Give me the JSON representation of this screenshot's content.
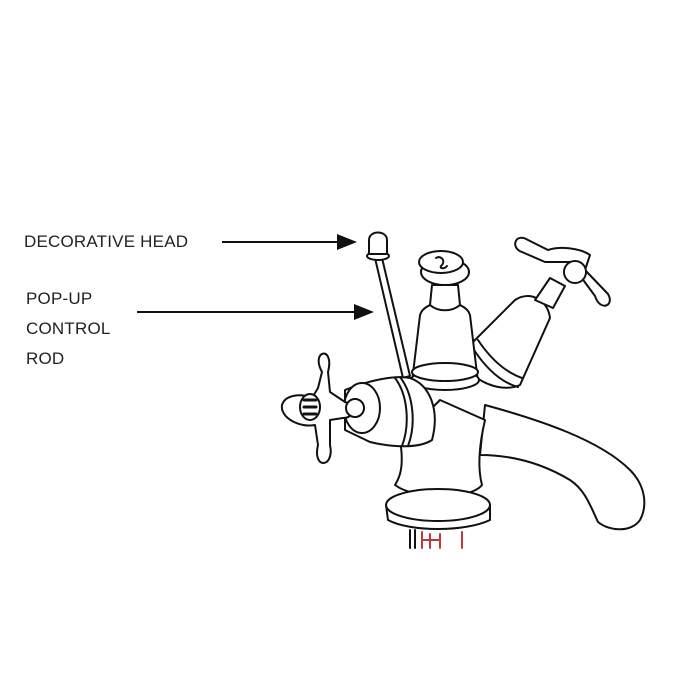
{
  "labels": {
    "decorative_head": "DECORATIVE HEAD",
    "popup_rod_line1": "POP-UP",
    "popup_rod_line2": "CONTROL",
    "popup_rod_line3": "ROD"
  },
  "colors": {
    "line": "#111111",
    "accent": "#c0393b"
  }
}
